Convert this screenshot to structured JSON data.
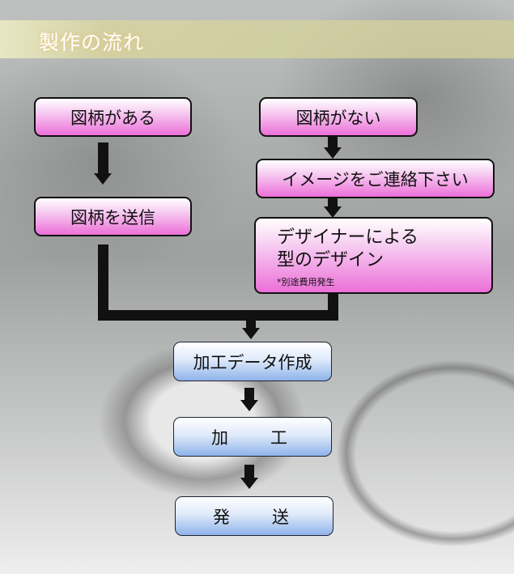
{
  "title": "製作の流れ",
  "steps": {
    "has_design": "図柄がある",
    "no_design": "図柄がない",
    "contact": "イメージをご連絡下さい",
    "send_design": "図柄を送信",
    "designer_line1": "デザイナーによる",
    "designer_line2": "型のデザイン",
    "designer_note": "*別途費用発生",
    "data_creation": "加工データ作成",
    "processing_a": "加",
    "processing_b": "工",
    "shipping_a": "発",
    "shipping_b": "送"
  }
}
